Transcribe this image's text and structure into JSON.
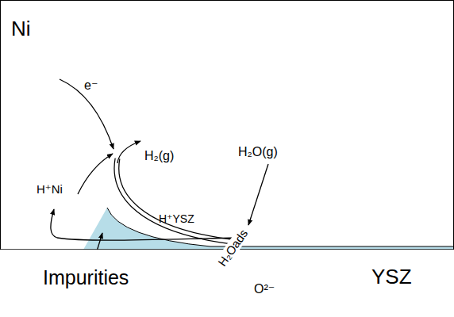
{
  "diagram": {
    "nodes": [
      {
        "text": [
          "Ni"
        ]
      },
      {
        "text": [
          "YSZ"
        ]
      }
    ],
    "labels": [
      "e⁻",
      "H₂(g)",
      "H₂O(g)",
      "H⁺Ni",
      "Impurities",
      "H⁺YSZ",
      "H₂Oads",
      "O²⁻"
    ]
  }
}
